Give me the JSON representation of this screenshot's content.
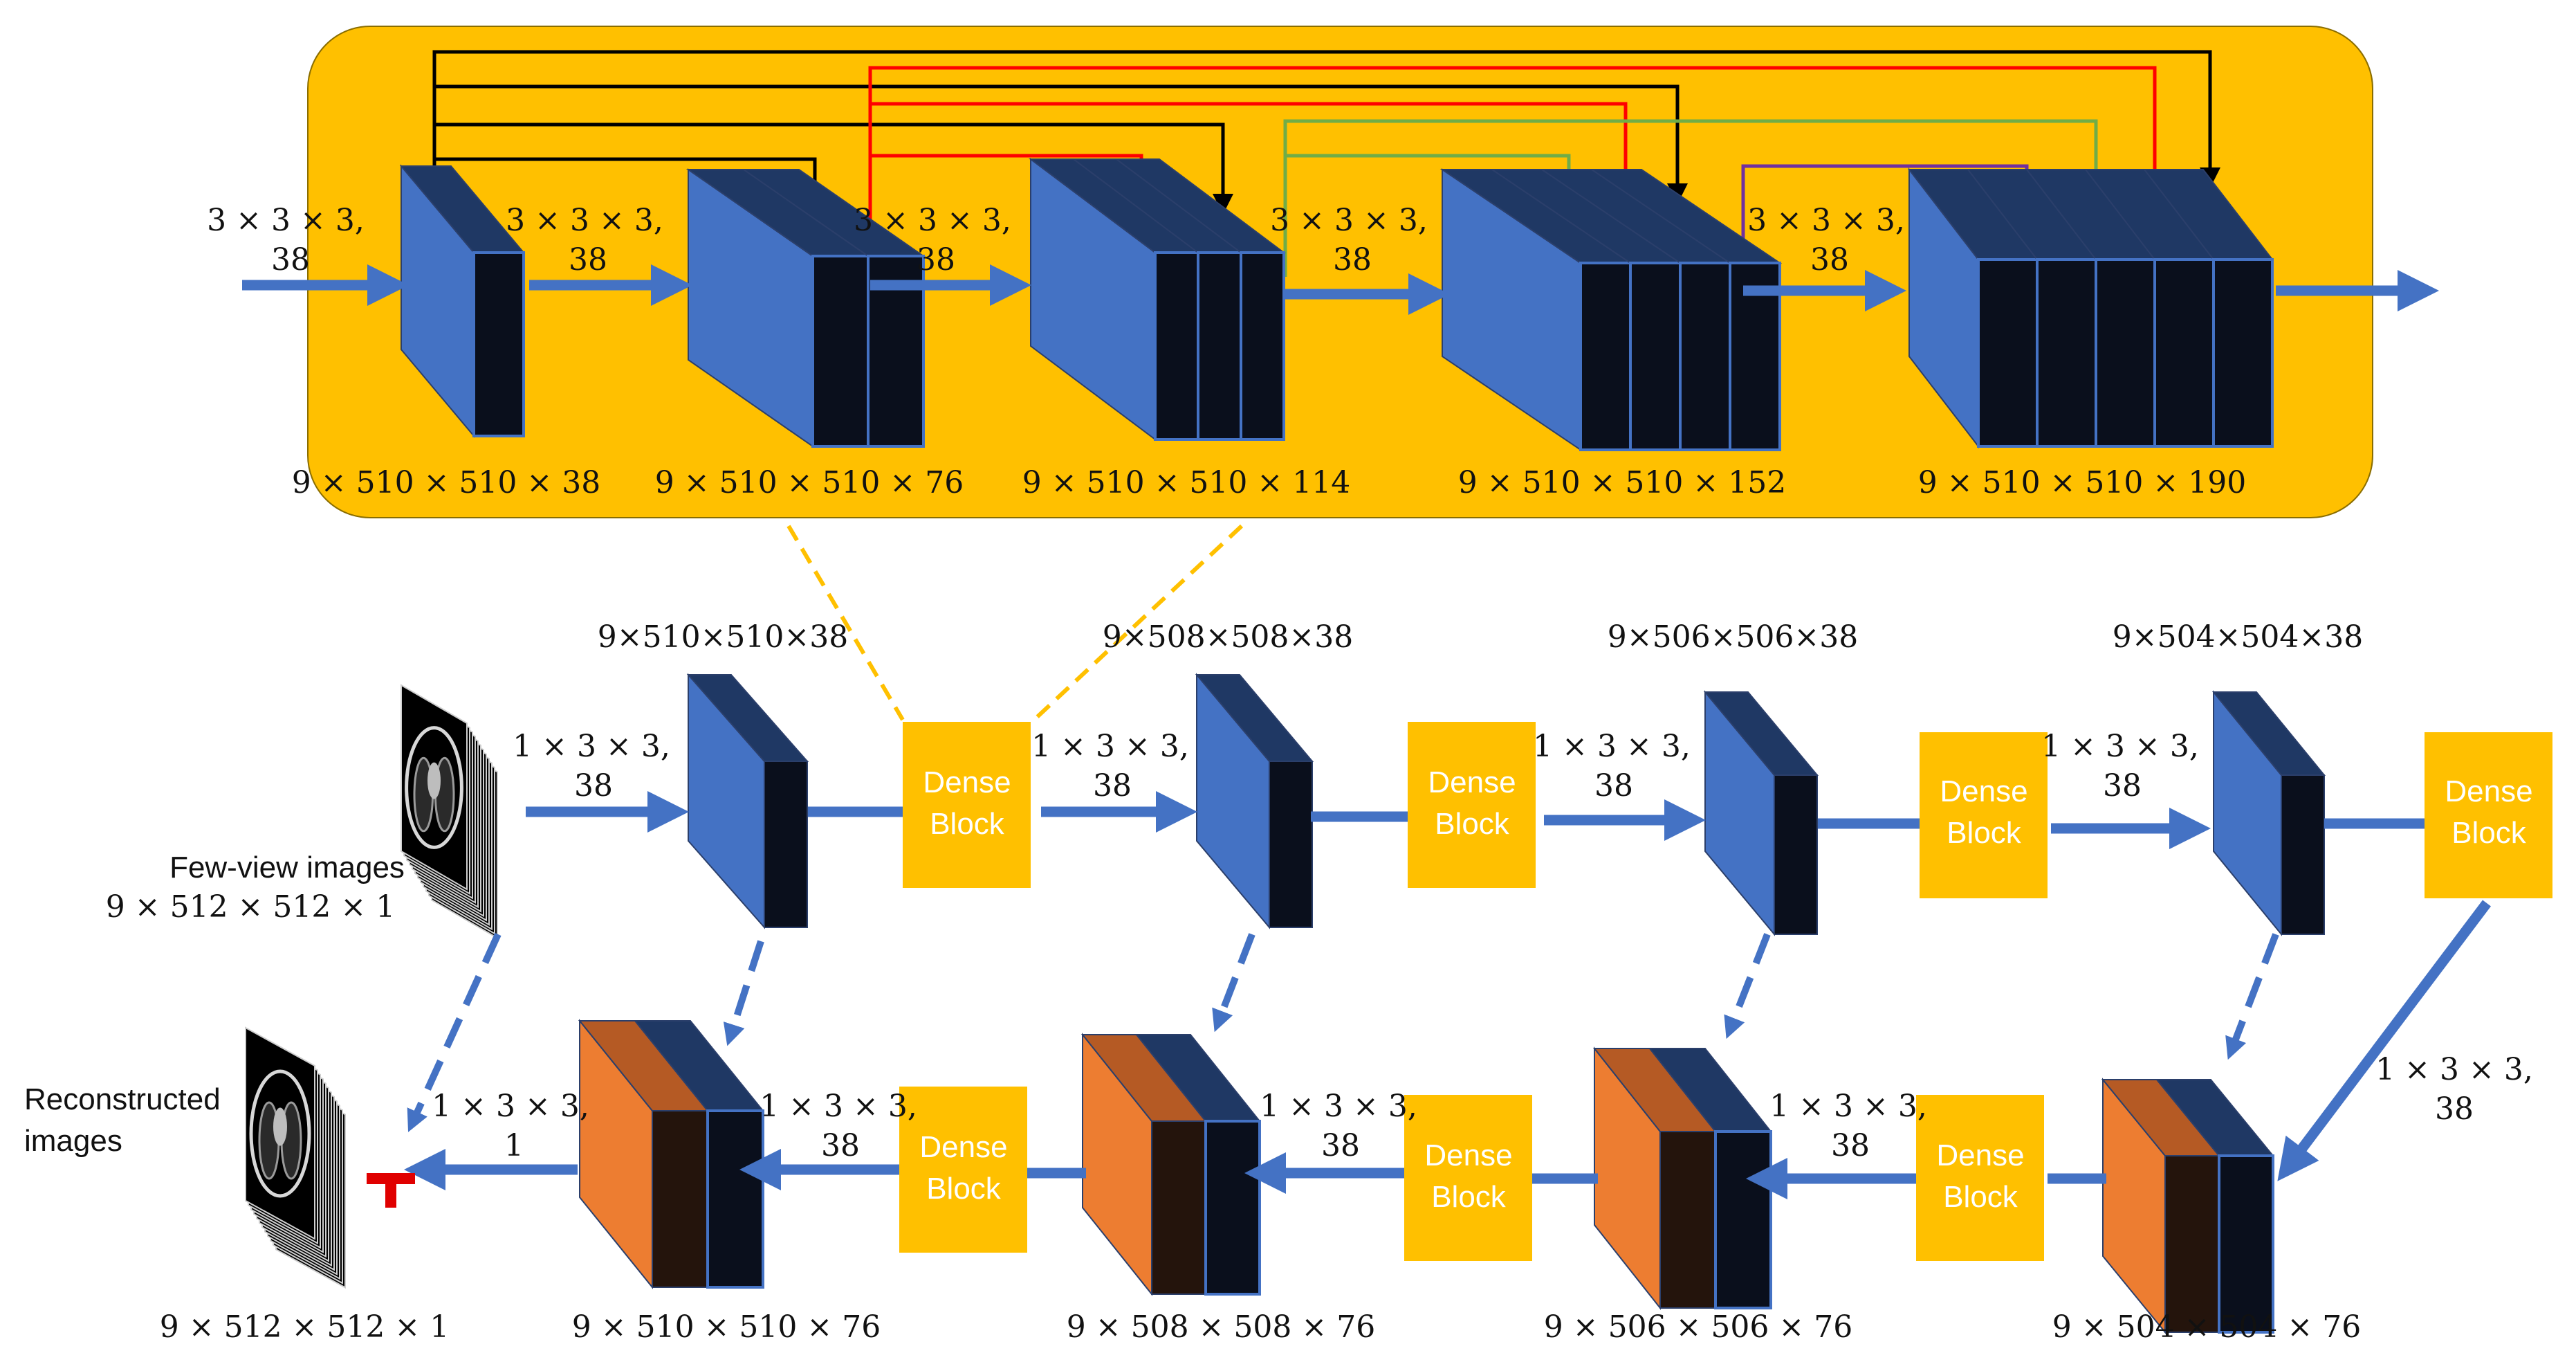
{
  "colors": {
    "panel": "#FFC000",
    "arrow": "#4472C4",
    "face_blue": "#4472C4",
    "face_navy": "#1F3864",
    "face_black": "#0A0F1C",
    "face_orange": "#ED7D31",
    "face_brown": "#B55A24",
    "face_dark": "#24140C",
    "skip_black": "#000000",
    "skip_red": "#FF0000",
    "skip_green": "#70AD47",
    "skip_purple": "#7030A0",
    "plus": "#E00000"
  },
  "dense_detail": {
    "kernels": [
      {
        "l1": "3 × 3 × 3,",
        "l2": "38"
      },
      {
        "l1": "3 × 3 × 3,",
        "l2": "38"
      },
      {
        "l1": "3 × 3 × 3,",
        "l2": "38"
      },
      {
        "l1": "3 × 3 × 3,",
        "l2": "38"
      },
      {
        "l1": "3 × 3 × 3,",
        "l2": "38"
      }
    ],
    "dims": [
      "9 × 510 × 510 × 38",
      "9 × 510 × 510 × 76",
      "9 × 510 × 510 × 114",
      "9 × 510 × 510 × 152",
      "9 × 510 × 510 × 190"
    ]
  },
  "encoder": {
    "dims": [
      "9×510×510×38",
      "9×508×508×38",
      "9×506×506×38",
      "9×504×504×38"
    ],
    "kernels": [
      {
        "l1": "1 × 3 × 3,",
        "l2": "38"
      },
      {
        "l1": "1 × 3 × 3,",
        "l2": "38"
      },
      {
        "l1": "1 × 3 × 3,",
        "l2": "38"
      },
      {
        "l1": "1 × 3 × 3,",
        "l2": "38"
      }
    ]
  },
  "dense_block": {
    "line1": "Dense",
    "line2": "Block"
  },
  "input": {
    "label": "Few-view images",
    "dims": "9 × 512 × 512 × 1"
  },
  "output": {
    "label_l1": "Reconstructed",
    "label_l2": "images",
    "dims": "9 × 512 × 512 × 1"
  },
  "decoder": {
    "dims": [
      "9 × 510 × 510 × 76",
      "9 × 508 × 508 × 76",
      "9 × 506 × 506 × 76",
      "9 × 504 × 504 × 76"
    ],
    "kernels": [
      {
        "l1": "1 × 3 × 3,",
        "l2": "1"
      },
      {
        "l1": "1 × 3 × 3,",
        "l2": "38"
      },
      {
        "l1": "1 × 3 × 3,",
        "l2": "38"
      },
      {
        "l1": "1 × 3 × 3,",
        "l2": "38"
      },
      {
        "l1": "1 × 3 × 3,",
        "l2": "38"
      }
    ]
  }
}
